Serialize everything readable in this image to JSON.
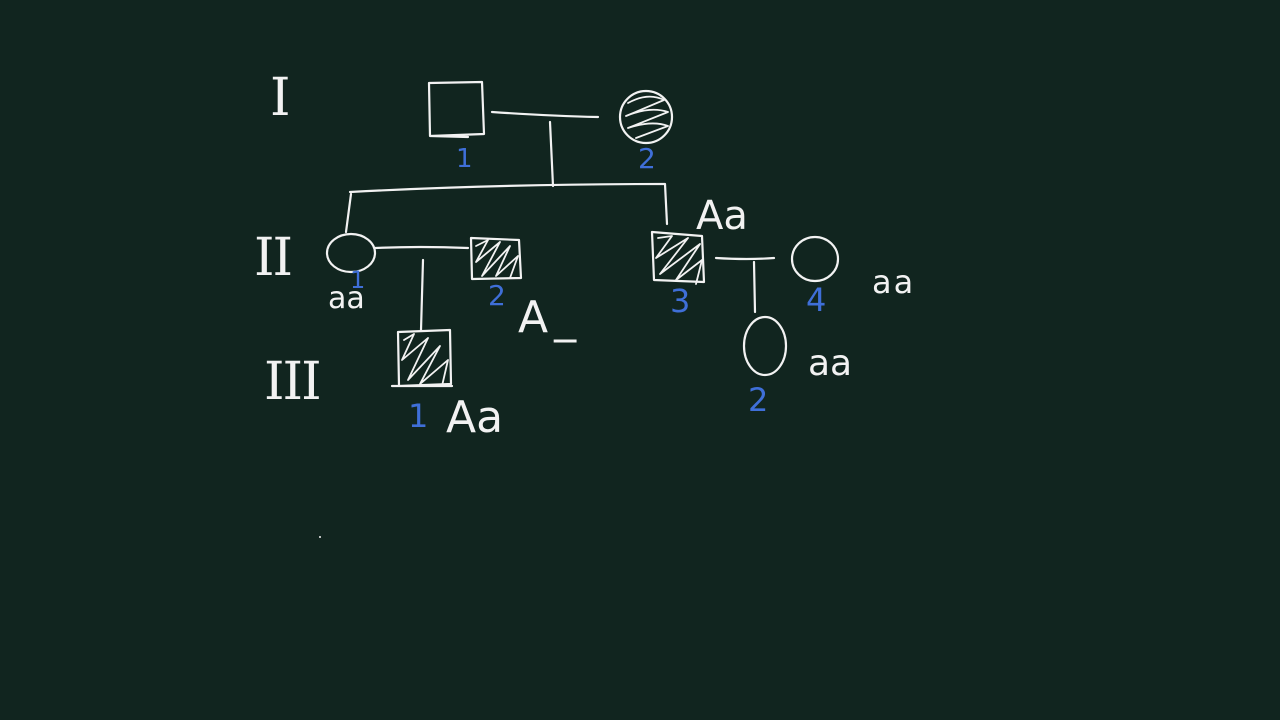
{
  "generations": {
    "g1": "I",
    "g2": "II",
    "g3": "III"
  },
  "individuals": {
    "I_1": {
      "number": "1",
      "sex": "male",
      "affected": false
    },
    "I_2": {
      "number": "2",
      "sex": "female",
      "affected": true
    },
    "II_1": {
      "number": "1",
      "sex": "female",
      "affected": false,
      "genotype": "aa"
    },
    "II_2": {
      "number": "2",
      "sex": "male",
      "affected": true,
      "genotype": "A_"
    },
    "II_3": {
      "number": "3",
      "sex": "male",
      "affected": true,
      "genotype": "Aa"
    },
    "II_4": {
      "number": "4",
      "sex": "female",
      "affected": false,
      "genotype": "aa"
    },
    "III_1": {
      "number": "1",
      "sex": "male",
      "affected": true,
      "genotype": "Aa"
    },
    "III_2": {
      "number": "2",
      "sex": "female",
      "affected": false,
      "genotype": "aa"
    }
  },
  "colors": {
    "background": "#11251f",
    "chalk": "#f2f2f2",
    "number": "#3f6fd8"
  }
}
